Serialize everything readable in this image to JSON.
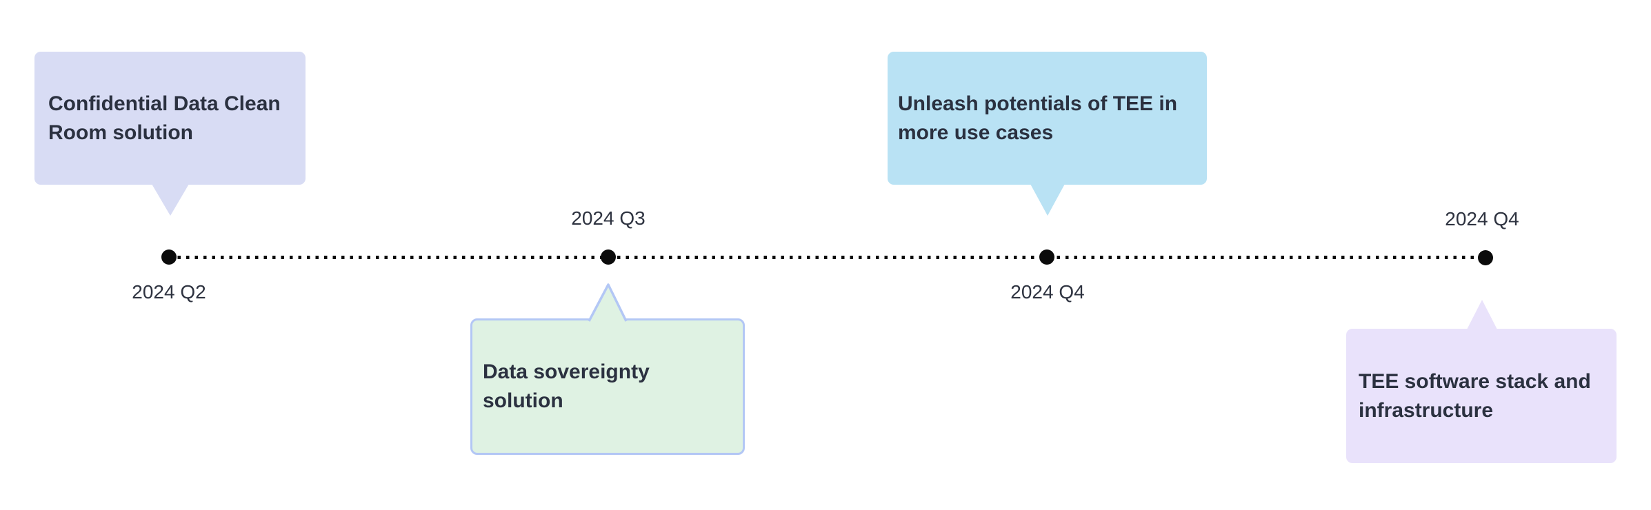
{
  "timeline": {
    "background": "#ffffff",
    "line_style": "dotted",
    "line_color": "#0b0b0b",
    "dot_color": "#0b0b0b",
    "label_text_color": "#2e3340",
    "bubble_text_color": "#2b3140",
    "milestones": [
      {
        "quarter": "2024 Q2",
        "title": "Confidential Data Clean Room solution",
        "bubble_side": "above",
        "label_side": "below",
        "bubble_fill": "#d8dcf4",
        "bubble_border": ""
      },
      {
        "quarter": "2024 Q3",
        "title": "Data sovereignty solution",
        "bubble_side": "below",
        "label_side": "above",
        "bubble_fill": "#dff2e3",
        "bubble_border": "#b3c7f5"
      },
      {
        "quarter": "2024 Q4",
        "title": "Unleash potentials of TEE in more use cases",
        "bubble_side": "above",
        "label_side": "below",
        "bubble_fill": "#b9e2f4",
        "bubble_border": ""
      },
      {
        "quarter": "2024 Q4",
        "title": "TEE software stack and infrastructure",
        "bubble_side": "below",
        "label_side": "above",
        "bubble_fill": "#e9e2fb",
        "bubble_border": ""
      }
    ]
  }
}
